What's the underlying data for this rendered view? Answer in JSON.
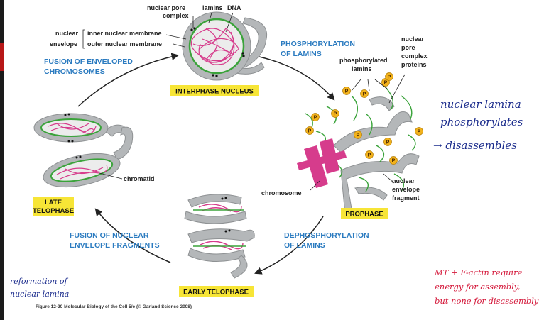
{
  "labels": {
    "nuclear_pore_complex_1": "nuclear pore",
    "nuclear_pore_complex_2": "complex",
    "lamins": "lamins",
    "dna": "DNA",
    "nuclear": "nuclear",
    "envelope": "envelope",
    "inner_membrane": "inner nuclear membrane",
    "outer_membrane": "outer nuclear membrane",
    "phosphorylated_1": "phosphorylated",
    "phosphorylated_2": "lamins",
    "npc_proteins_1": "nuclear",
    "npc_proteins_2": "pore",
    "npc_proteins_3": "complex",
    "npc_proteins_4": "proteins",
    "chromatid": "chromatid",
    "chromosome": "chromosome",
    "env_fragment_1": "nuclear",
    "env_fragment_2": "envelope",
    "env_fragment_3": "fragment",
    "phosphate": "P"
  },
  "processes": {
    "fusion_chromosomes_1": "FUSION OF ENVELOPED",
    "fusion_chromosomes_2": "CHROMOSOMES",
    "phosphorylation_1": "PHOSPHORYLATION",
    "phosphorylation_2": "OF LAMINS",
    "fusion_fragments_1": "FUSION OF NUCLEAR",
    "fusion_fragments_2": "ENVELOPE FRAGMENTS",
    "dephosphorylation_1": "DEPHOSPHORYLATION",
    "dephosphorylation_2": "OF LAMINS"
  },
  "stages": {
    "interphase": "INTERPHASE NUCLEUS",
    "prophase": "PROPHASE",
    "late_telophase_1": "LATE",
    "late_telophase_2": "TELOPHASE",
    "early_telophase": "EARLY TELOPHASE"
  },
  "annotations": {
    "blue_1": "nuclear lamina",
    "blue_2": "phosphorylates",
    "blue_3": "→ disassembles",
    "red_1": "MT + F-actin require",
    "red_2": "energy for assembly,",
    "red_3": "but none for disassembly",
    "navy_1": "reformation of",
    "navy_2": "nuclear lamina"
  },
  "caption": "Figure 12-20  Molecular Biology of the Cell 5/e (© Garland Science 2008)",
  "colors": {
    "membrane": "#b4b7b9",
    "membrane_stroke": "#8e9193",
    "lamin": "#3aa33a",
    "chromatin": "#d63c8c",
    "process_text": "#2b7bc0",
    "stage_box": "#f7e536",
    "phosphate": "#f2b21c"
  }
}
